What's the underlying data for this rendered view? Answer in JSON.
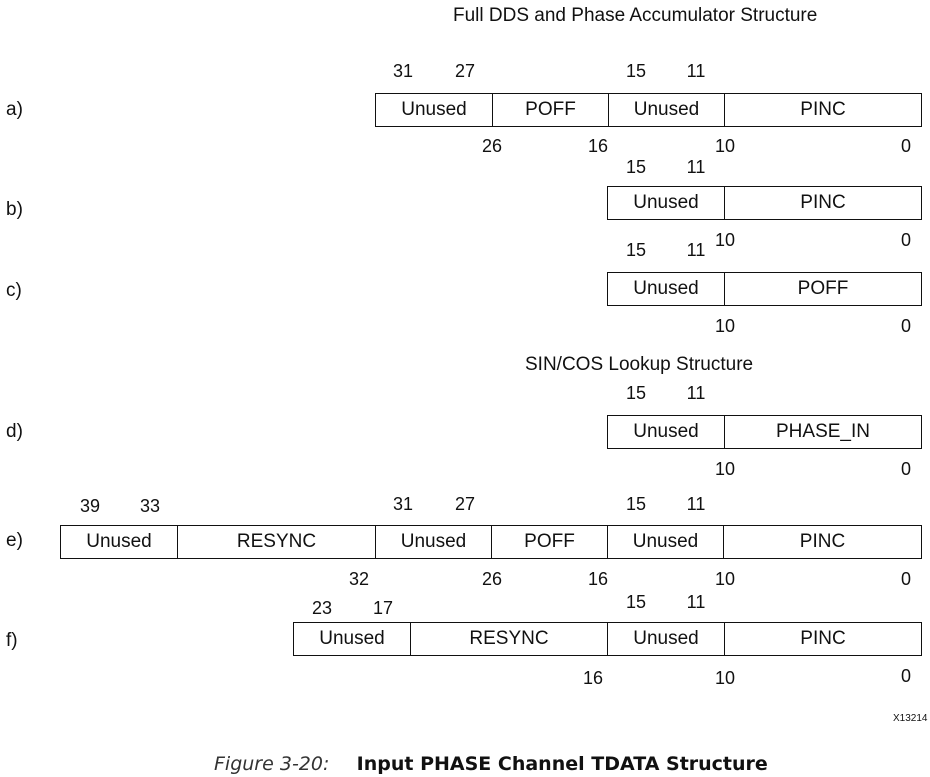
{
  "titles": {
    "full_dds": "Full DDS and Phase Accumulator Structure",
    "sincos": "SIN/COS Lookup Structure"
  },
  "rows": {
    "a": {
      "label": "a)",
      "fields": [
        "Unused",
        "POFF",
        "Unused",
        "PINC"
      ],
      "top_bits": [
        "31",
        "27",
        "15",
        "11"
      ],
      "bottom_bits": [
        "26",
        "16",
        "10",
        "0"
      ]
    },
    "b": {
      "label": "b)",
      "fields": [
        "Unused",
        "PINC"
      ],
      "top_bits": [
        "15",
        "11"
      ],
      "bottom_bits": [
        "10",
        "0"
      ]
    },
    "c": {
      "label": "c)",
      "fields": [
        "Unused",
        "POFF"
      ],
      "top_bits": [
        "15",
        "11"
      ],
      "bottom_bits": [
        "10",
        "0"
      ]
    },
    "d": {
      "label": "d)",
      "fields": [
        "Unused",
        "PHASE_IN"
      ],
      "top_bits": [
        "15",
        "11"
      ],
      "bottom_bits": [
        "10",
        "0"
      ]
    },
    "e": {
      "label": "e)",
      "fields": [
        "Unused",
        "RESYNC",
        "Unused",
        "POFF",
        "Unused",
        "PINC"
      ],
      "top_bits": [
        "39",
        "33",
        "31",
        "27",
        "15",
        "11"
      ],
      "bottom_bits": [
        "32",
        "26",
        "16",
        "10",
        "0"
      ]
    },
    "f": {
      "label": "f)",
      "fields": [
        "Unused",
        "RESYNC",
        "Unused",
        "PINC"
      ],
      "top_bits": [
        "23",
        "17",
        "15",
        "11"
      ],
      "bottom_bits": [
        "16",
        "10",
        "0"
      ]
    }
  },
  "figure_code": "X13214",
  "caption": {
    "number": "Figure 3-20:",
    "title": "Input PHASE Channel TDATA Structure"
  }
}
